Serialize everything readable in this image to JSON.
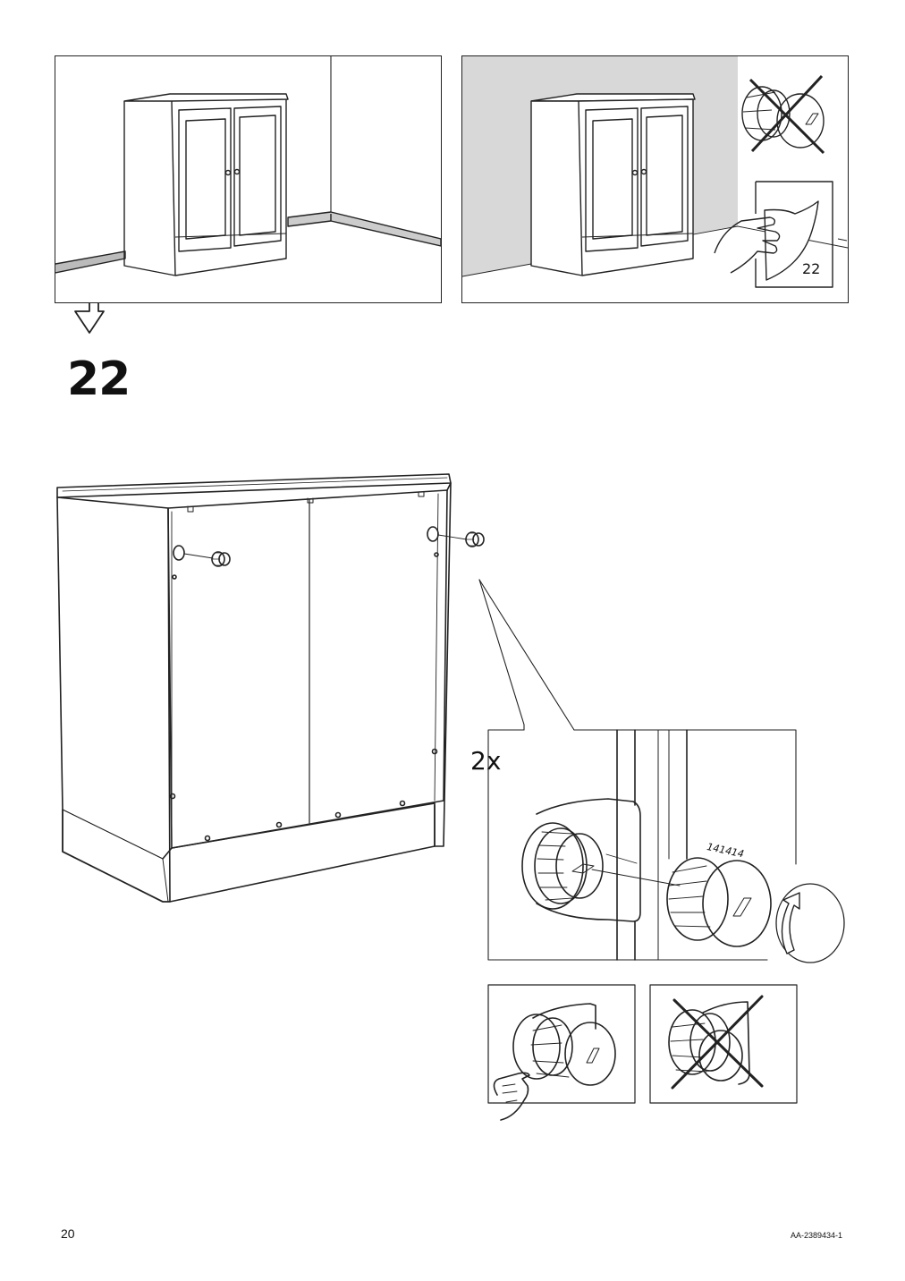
{
  "step": {
    "number": "22",
    "count_label": "2x",
    "part_number": "141414"
  },
  "warning_sticker": {
    "number": "22"
  },
  "footer": {
    "page_number": "20",
    "document_code": "AA-2389434-1"
  },
  "icons": [
    "cabinet-icon",
    "wall-icon",
    "knob-icon",
    "cross-out-icon",
    "hand-icon",
    "rotate-arrow-icon",
    "turn-over-arrow-icon"
  ]
}
